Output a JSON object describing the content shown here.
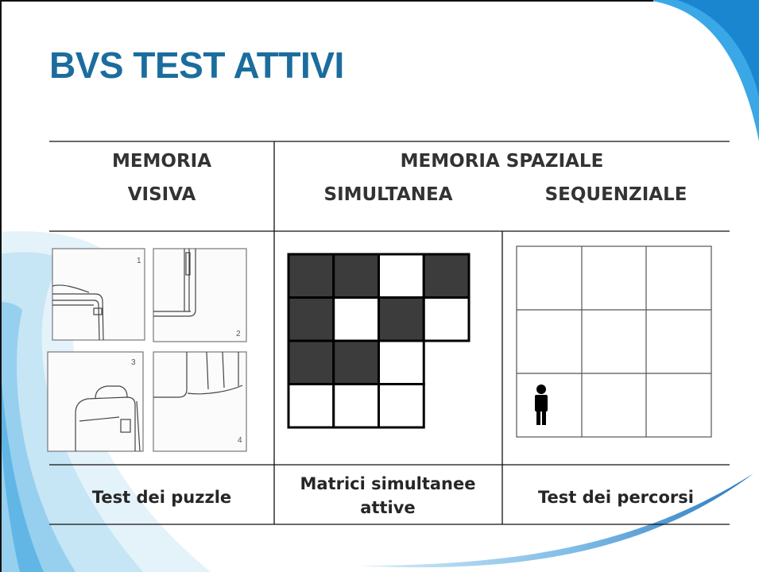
{
  "slide": {
    "title": "BVS TEST ATTIVI",
    "colors": {
      "title": "#1b6d9e",
      "accent": "#2a9be0"
    }
  },
  "table": {
    "header": {
      "visual_line1": "MEMORIA",
      "visual_line2": "VISIVA",
      "spatial_title": "MEMORIA SPAZIALE",
      "simultaneous": "SIMULTANEA",
      "sequential": "SEQUENZIALE"
    },
    "captions": {
      "puzzle": "Test dei puzzle",
      "matrix": "Matrici simultanee attive",
      "paths": "Test dei percorsi"
    }
  },
  "puzzle": {
    "pieces": [
      "1",
      "2",
      "3",
      "4"
    ]
  },
  "matrix": {
    "fill": "#3c3c3c",
    "cells": [
      [
        1,
        1,
        0,
        1
      ],
      [
        1,
        0,
        1,
        0
      ],
      [
        1,
        1,
        0,
        null
      ],
      [
        0,
        0,
        0,
        null
      ]
    ]
  },
  "path_grid": {
    "icon": "person-icon"
  }
}
